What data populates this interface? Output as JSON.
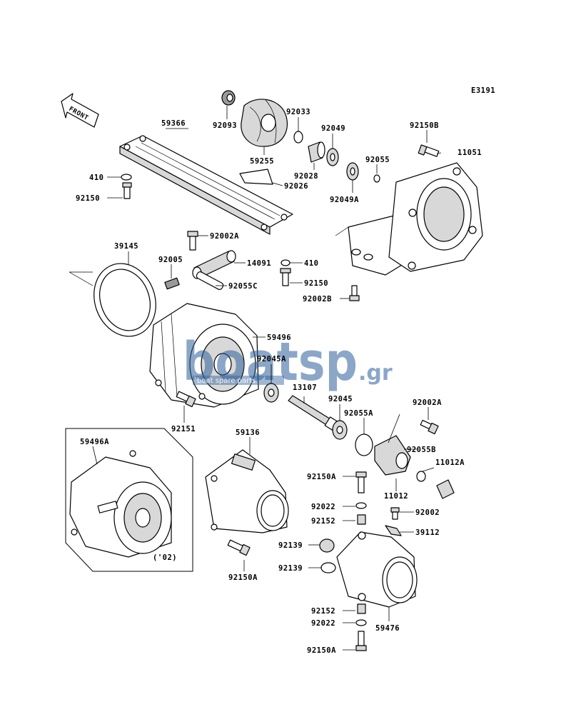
{
  "diagram_code": "E3191",
  "front_marker": "FRONT",
  "inset_note": "('02)",
  "watermark": {
    "brand": "boatsp",
    "tld": ".gr",
    "tagline": "boat spare parts"
  },
  "part_labels": [
    "92093",
    "59255",
    "92033",
    "92049",
    "92150B",
    "11051",
    "59366",
    "410",
    "92150",
    "92028",
    "92026",
    "92055",
    "92049A",
    "92002A",
    "39145",
    "92005",
    "14091",
    "410",
    "92055C",
    "92150",
    "92002B",
    "59496",
    "92045A",
    "13107",
    "92045",
    "92055A",
    "92002A",
    "92151",
    "59496A",
    "59136",
    "92055B",
    "11012A",
    "92150A",
    "11012",
    "92022",
    "92002",
    "92152",
    "39112",
    "92139",
    "92150A",
    "92139",
    "59476",
    "92152",
    "92022",
    "92150A"
  ]
}
